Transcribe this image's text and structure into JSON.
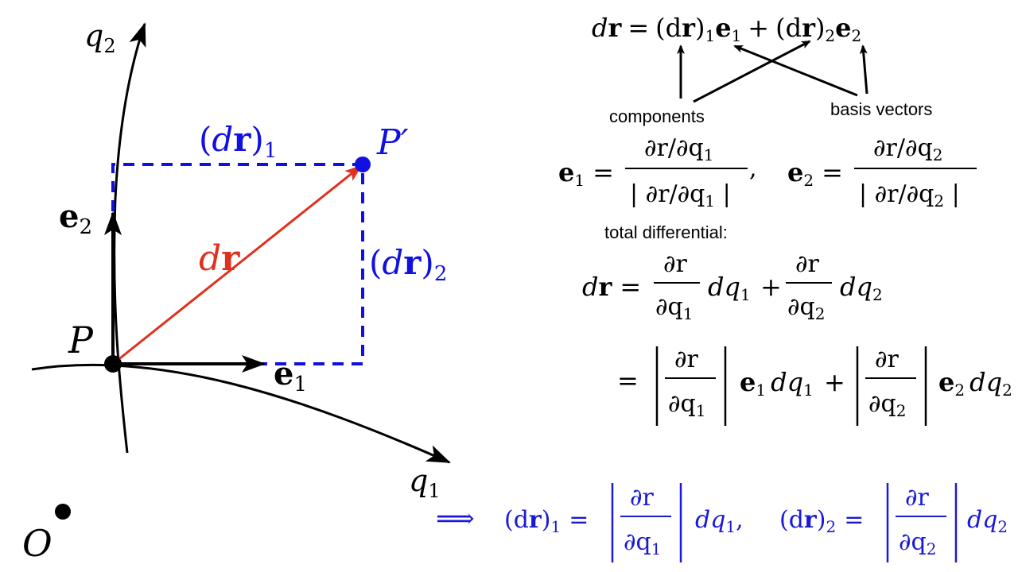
{
  "colors": {
    "ink": "#000000",
    "vector": "#e0301e",
    "dashed": "#1010e0",
    "result": "#1a1ad6"
  },
  "diagram": {
    "axis_q1": {
      "name": "q",
      "sub": "1"
    },
    "axis_q2": {
      "name": "q",
      "sub": "2"
    },
    "point_P": "P",
    "point_Pprime": "P′",
    "origin": "O",
    "dr_label": {
      "d": "d",
      "r": "r"
    },
    "e1": {
      "e": "e",
      "sub": "1"
    },
    "e2": {
      "e": "e",
      "sub": "2"
    },
    "dr1_label": {
      "open": "(",
      "d": "d",
      "r": "r",
      "close": ")",
      "sub": "1"
    },
    "dr2_label": {
      "open": "(",
      "d": "d",
      "r": "r",
      "close": ")",
      "sub": "2"
    }
  },
  "equations": {
    "top_eq": {
      "d": "d",
      "r": "r",
      "eq": "=",
      "p1": "(d",
      "p1r": "r",
      "p1c": ")",
      "s1": "1",
      "e1": "e",
      "e1s": "1",
      "plus": "+",
      "p2": "(d",
      "p2r": "r",
      "p2c": ")",
      "s2": "2",
      "e2": "e",
      "e2s": "2"
    },
    "components_label": "components",
    "basis_vectors_label": "basis vectors",
    "unit_vectors": {
      "e1": "e",
      "e1s": "1",
      "eq": "=",
      "num1": "∂r/∂q",
      "num1s": "1",
      "den1": "| ∂r/∂q",
      "den1s": "1",
      "den1c": " |",
      "comma": ",",
      "e2": "e",
      "e2s": "2",
      "num2": "∂r/∂q",
      "num2s": "2",
      "den2": "| ∂r/∂q",
      "den2s": "2",
      "den2c": " |"
    },
    "total_differential_label": "total differential:",
    "total_diff": {
      "lhs_d": "d",
      "lhs_r": "r",
      "eq": "=",
      "num": "∂r",
      "den": "∂q",
      "den1s": "1",
      "den2s": "2",
      "dq": "dq",
      "s1": "1",
      "s2": "2",
      "plus": "+"
    },
    "magnitude_line": {
      "eq": "=",
      "num": "∂r",
      "den": "∂q",
      "s1": "1",
      "s2": "2",
      "e": "e",
      "dq": "dq",
      "plus": "+"
    },
    "result_line": {
      "implies": "⟹",
      "p1": "(d",
      "r": "r",
      "p1c": ")",
      "s1": "1",
      "eq": "=",
      "num": "∂r",
      "den": "∂q",
      "dq": "dq",
      "comma": ",",
      "s2": "2"
    }
  }
}
